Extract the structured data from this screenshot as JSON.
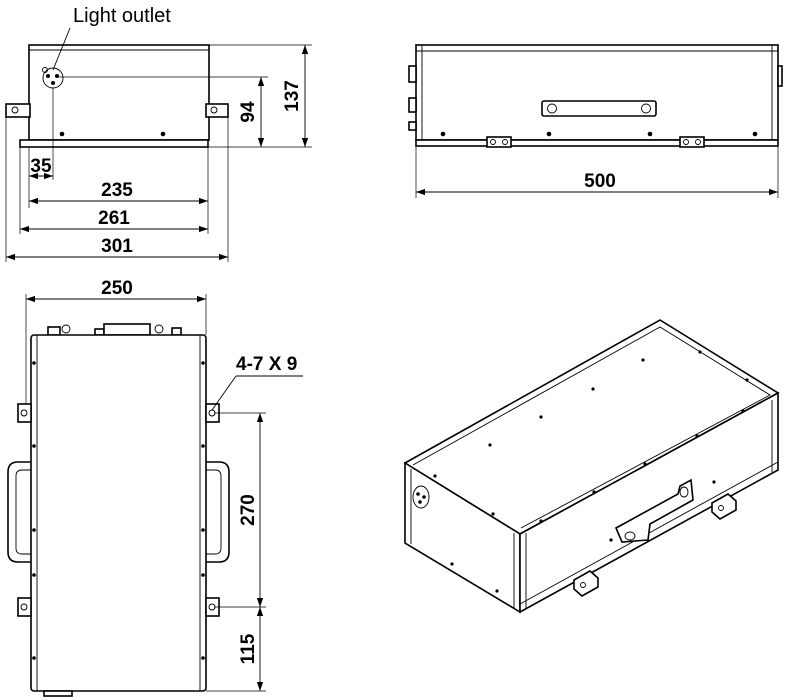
{
  "callouts": {
    "light_outlet": "Light outlet",
    "mount_holes": "4-7 X 9"
  },
  "dimensions": {
    "height_137": "137",
    "outlet_height_94": "94",
    "outlet_offset_35": "35",
    "width_235": "235",
    "width_261": "261",
    "width_301": "301",
    "length_500": "500",
    "width_250": "250",
    "hole_spacing_270": "270",
    "hole_offset_115": "115"
  }
}
